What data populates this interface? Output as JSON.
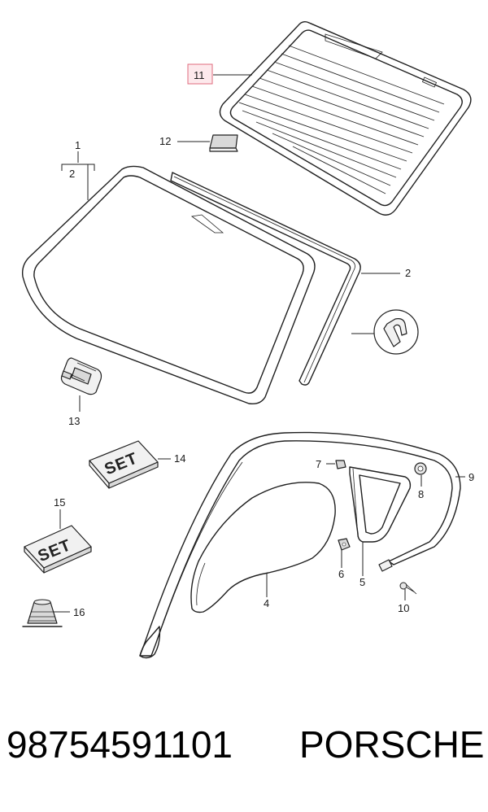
{
  "callouts": {
    "c1": "1",
    "c2a": "2",
    "c2b": "2",
    "c4": "4",
    "c5": "5",
    "c6": "6",
    "c7": "7",
    "c8": "8",
    "c9": "9",
    "c10": "10",
    "c11": "11",
    "c12": "12",
    "c13": "13",
    "c14": "14",
    "c15": "15",
    "c16": "16"
  },
  "set_labels": {
    "s14": "SET",
    "s15": "SET"
  },
  "highlight_color": "#e06b7e",
  "footer": {
    "part_number": "98754591101",
    "brand": "PORSCHE"
  }
}
